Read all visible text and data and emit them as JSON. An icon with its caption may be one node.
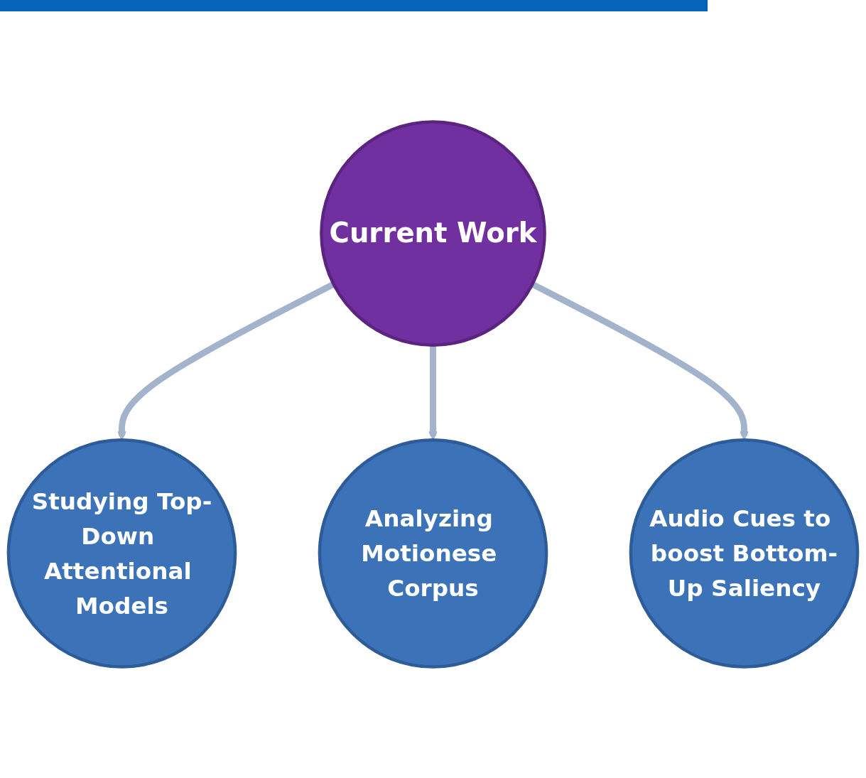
{
  "diagram": {
    "nodes": [
      {
        "text": [
          "Studying Top-Down Attentional Models"
        ]
      },
      {
        "text": [
          "Current Work"
        ]
      },
      {
        "text": [
          "Analyzing Motionese Corpus"
        ]
      },
      {
        "text": [
          "Audio Cues to boost Bottom-Up Saliency"
        ]
      }
    ],
    "edges": [
      {
        "from": 1,
        "to": 0,
        "arrow": "to"
      },
      {
        "from": 1,
        "to": 2,
        "arrow": "to"
      },
      {
        "from": 1,
        "to": 3,
        "arrow": "to"
      }
    ]
  }
}
